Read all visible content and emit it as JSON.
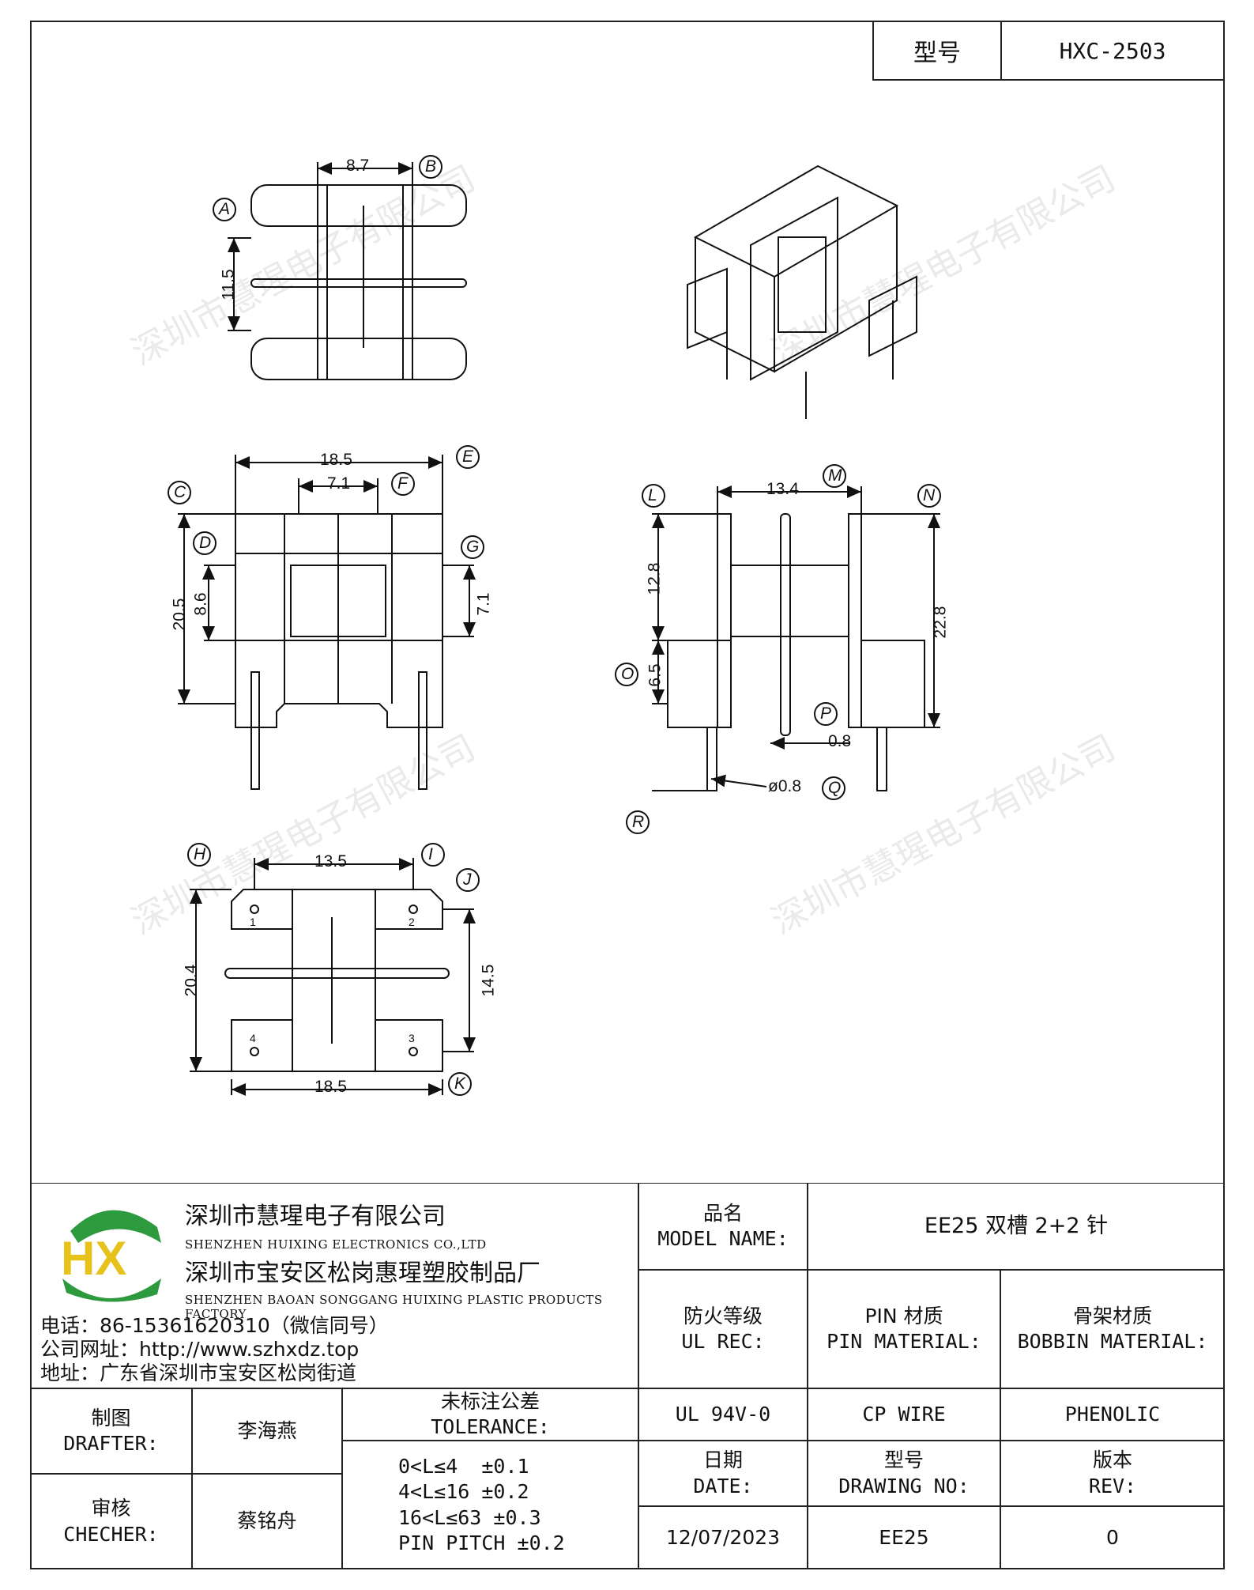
{
  "header": {
    "model_label": "型号",
    "model_value": "HXC-2503"
  },
  "watermark": "深圳市慧瑆电子有限公司",
  "views": {
    "top": {
      "dims": [
        "8.7",
        "11.5"
      ],
      "callouts": [
        "A",
        "B"
      ]
    },
    "front": {
      "dims": [
        "18.5",
        "7.1",
        "20.5",
        "8.6",
        "7.1"
      ],
      "callouts": [
        "C",
        "D",
        "E",
        "F",
        "G"
      ]
    },
    "side": {
      "dims": [
        "13.4",
        "12.8",
        "6.5",
        "22.8",
        "0.8",
        "ø0.8"
      ],
      "callouts": [
        "L",
        "M",
        "N",
        "O",
        "P",
        "Q",
        "R"
      ]
    },
    "bottom": {
      "dims": [
        "13.5",
        "20.4",
        "14.5",
        "18.5"
      ],
      "callouts": [
        "H",
        "I",
        "J",
        "K"
      ],
      "pins": [
        "1",
        "2",
        "3",
        "4"
      ]
    }
  },
  "title_block": {
    "logo_text": "HX",
    "company_cn": "深圳市慧瑆电子有限公司",
    "company_en": "SHENZHEN HUIXING ELECTRONICS CO.,LTD",
    "factory_cn": "深圳市宝安区松岗惠瑆塑胶制品厂",
    "factory_en": "SHENZHEN BAOAN SONGGANG HUIXING PLASTIC PRODUCTS FACTORY",
    "phone": "电话：86-15361620310（微信同号）",
    "website": "公司网址：http://www.szhxdz.top",
    "address": "地址：广东省深圳市宝安区松岗街道",
    "model_name_cn": "品名",
    "model_name_en": "MODEL NAME:",
    "model_name_value": "EE25 双槽 2+2 针",
    "ul_cn": "防火等级",
    "ul_en": "UL REC:",
    "pin_cn": "PIN 材质",
    "pin_en": "PIN MATERIAL:",
    "bobbin_cn": "骨架材质",
    "bobbin_en": "BOBBIN MATERIAL:",
    "ul_value": "UL 94V-0",
    "pin_value": "CP WIRE",
    "bobbin_value": "PHENOLIC",
    "drafter_cn": "制图",
    "drafter_en": "DRAFTER:",
    "drafter_name": "李海燕",
    "checker_cn": "审核",
    "checker_en": "CHECHER:",
    "checker_name": "蔡铭舟",
    "tolerance_cn": "未标注公差",
    "tolerance_en": "TOLERANCE:",
    "tolerance_lines": [
      "0<L≤4  ±0.1",
      "4<L≤16 ±0.2",
      "16<L≤63 ±0.3",
      "PIN PITCH ±0.2"
    ],
    "date_cn": "日期",
    "date_en": "DATE:",
    "drawing_cn": "型号",
    "drawing_en": "DRAWING NO:",
    "rev_cn": "版本",
    "rev_en": "REV:",
    "date_value": "12/07/2023",
    "drawing_value": "EE25",
    "rev_value": "0"
  }
}
